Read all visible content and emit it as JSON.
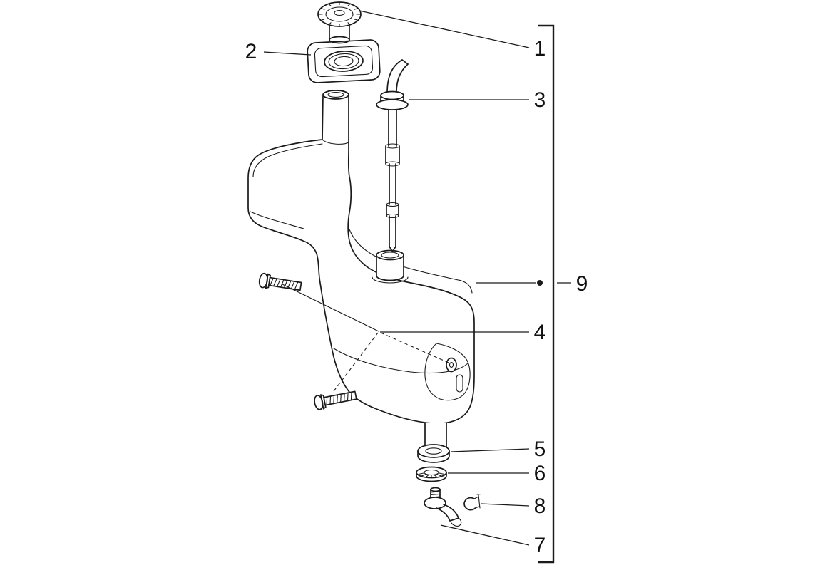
{
  "colors": {
    "background": "#ffffff",
    "line": "#1a1a1a",
    "text": "#111111"
  },
  "diagram": {
    "type": "exploded-parts-diagram",
    "labels": [
      "1",
      "2",
      "3",
      "4",
      "5",
      "6",
      "7",
      "8",
      "9"
    ]
  }
}
